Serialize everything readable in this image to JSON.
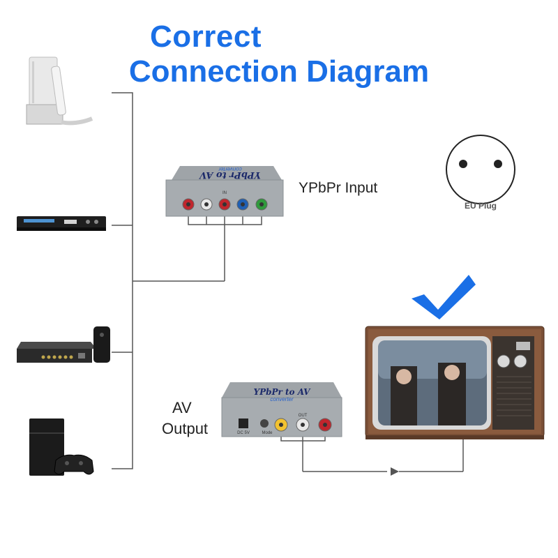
{
  "title": {
    "line1": "Correct",
    "line2": "Connection Diagram"
  },
  "labels": {
    "ypbpr_input": "YPbPr Input",
    "av_output_1": "AV",
    "av_output_2": "Output",
    "eu_plug": "EU Plug"
  },
  "converter_input": {
    "brand": "YPbPr to AV",
    "sub": "converter",
    "port_group": "IN"
  },
  "converter_output": {
    "brand": "YPbPr to AV",
    "sub": "converter",
    "port_group": "OUT",
    "dc": "DC 5V",
    "mode": "Mode"
  },
  "sources": [
    {
      "name": "game-console-wii-icon"
    },
    {
      "name": "dvd-player-icon"
    },
    {
      "name": "set-top-box-icon"
    },
    {
      "name": "game-console-ps4-icon"
    }
  ],
  "colors": {
    "title": "#1a6fe6",
    "check": "#1a6fe6",
    "line": "#555555",
    "port_red": "#c0262d",
    "port_white": "#e8e8e8",
    "port_blue": "#1f5fb3",
    "port_green": "#2f9a3c",
    "port_yellow": "#f2c230"
  }
}
